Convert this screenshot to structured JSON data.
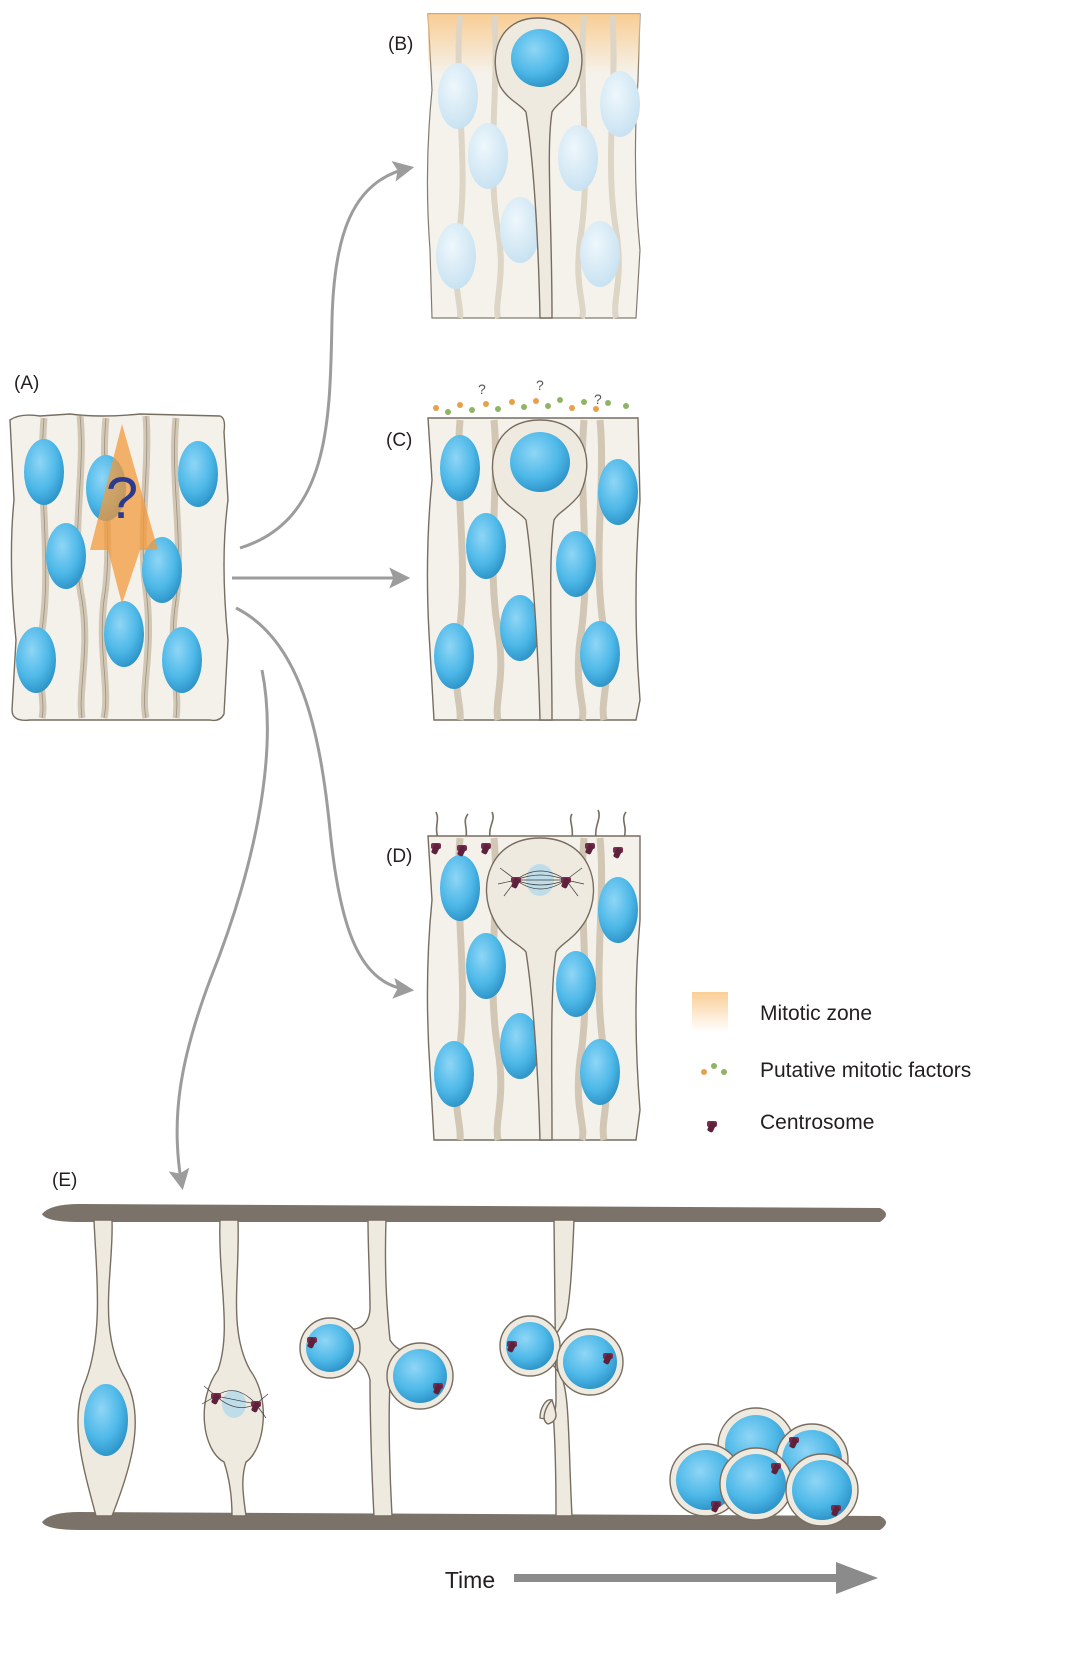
{
  "panels": {
    "a": "(A)",
    "b": "(B)",
    "c": "(C)",
    "d": "(D)",
    "e": "(E)"
  },
  "question_mark": "?",
  "factor_marks": [
    "?",
    "?",
    "?"
  ],
  "legend": {
    "mitotic_zone": "Mitotic zone",
    "mitotic_factors": "Putative mitotic factors",
    "centrosome": "Centrosome"
  },
  "time_label": "Time",
  "colors": {
    "nucleus": "#4db8e8",
    "nucleus_light": "#cfe6f3",
    "cell_fill": "#f4f1ea",
    "membrane": "#d1c7b4",
    "outline": "#776d61",
    "arrow": "#9c9c9c",
    "mitotic_zone": "#f9c98a",
    "wedge": "#f39a3c",
    "question": "#2b3a8f",
    "centrosome": "#7a2e4f",
    "factor_orange": "#e8a04a",
    "factor_green": "#8fb463",
    "lamina": "#7b736a"
  },
  "icons": [
    "arrow-icon",
    "centrosome-icon",
    "factor-dots-icon",
    "mitotic-zone-swatch"
  ]
}
